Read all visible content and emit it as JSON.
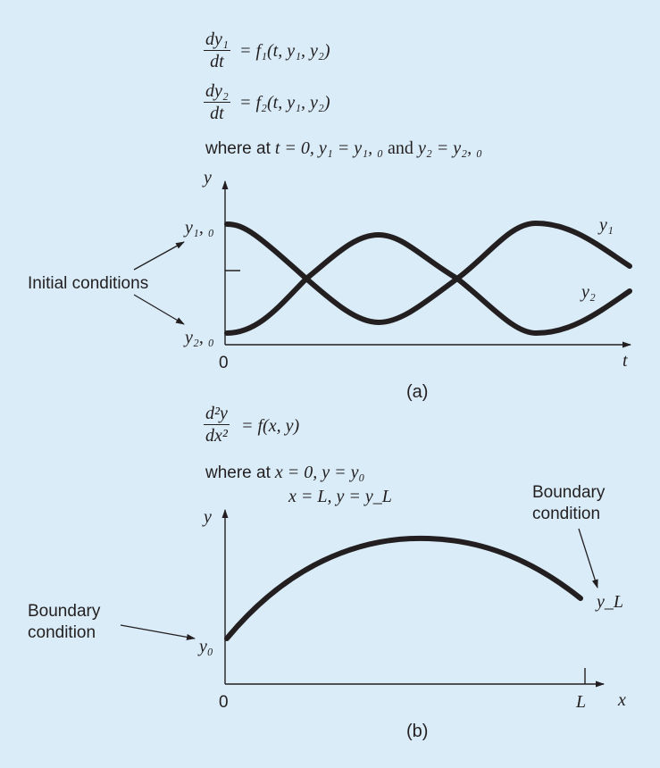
{
  "part_a": {
    "eq1_num": "dy₁",
    "eq1_den": "dt",
    "eq1_rhs": "= f₁(t, y₁, y₂)",
    "eq2_num": "dy₂",
    "eq2_den": "dt",
    "eq2_rhs": "= f₂(t, y₁, y₂)",
    "where_word": "where at",
    "where_math": "t = 0, y₁ = y₁, ₀",
    "and_word": "and",
    "where_math2": "y₂ = y₂, ₀",
    "axis_y": "y",
    "axis_x": "t",
    "y10_label": "y₁, ₀",
    "y20_label": "y₂, ₀",
    "origin": "0",
    "curve1_label": "y₁",
    "curve2_label": "y₂",
    "initial_conditions": "Initial conditions",
    "caption": "(a)"
  },
  "part_b": {
    "eq_num": "d²y",
    "eq_den": "dx²",
    "eq_rhs": "= f(x, y)",
    "where_word": "where at",
    "where_math1": "x = 0, y = y₀",
    "where_math2": "x = L, y = y_L",
    "axis_y": "y",
    "axis_x": "x",
    "origin": "0",
    "L_label": "L",
    "y0_label": "y₀",
    "yL_label": "y_L",
    "left_bc_line1": "Boundary",
    "left_bc_line2": "condition",
    "right_bc_line1": "Boundary",
    "right_bc_line2": "condition",
    "caption": "(b)"
  }
}
